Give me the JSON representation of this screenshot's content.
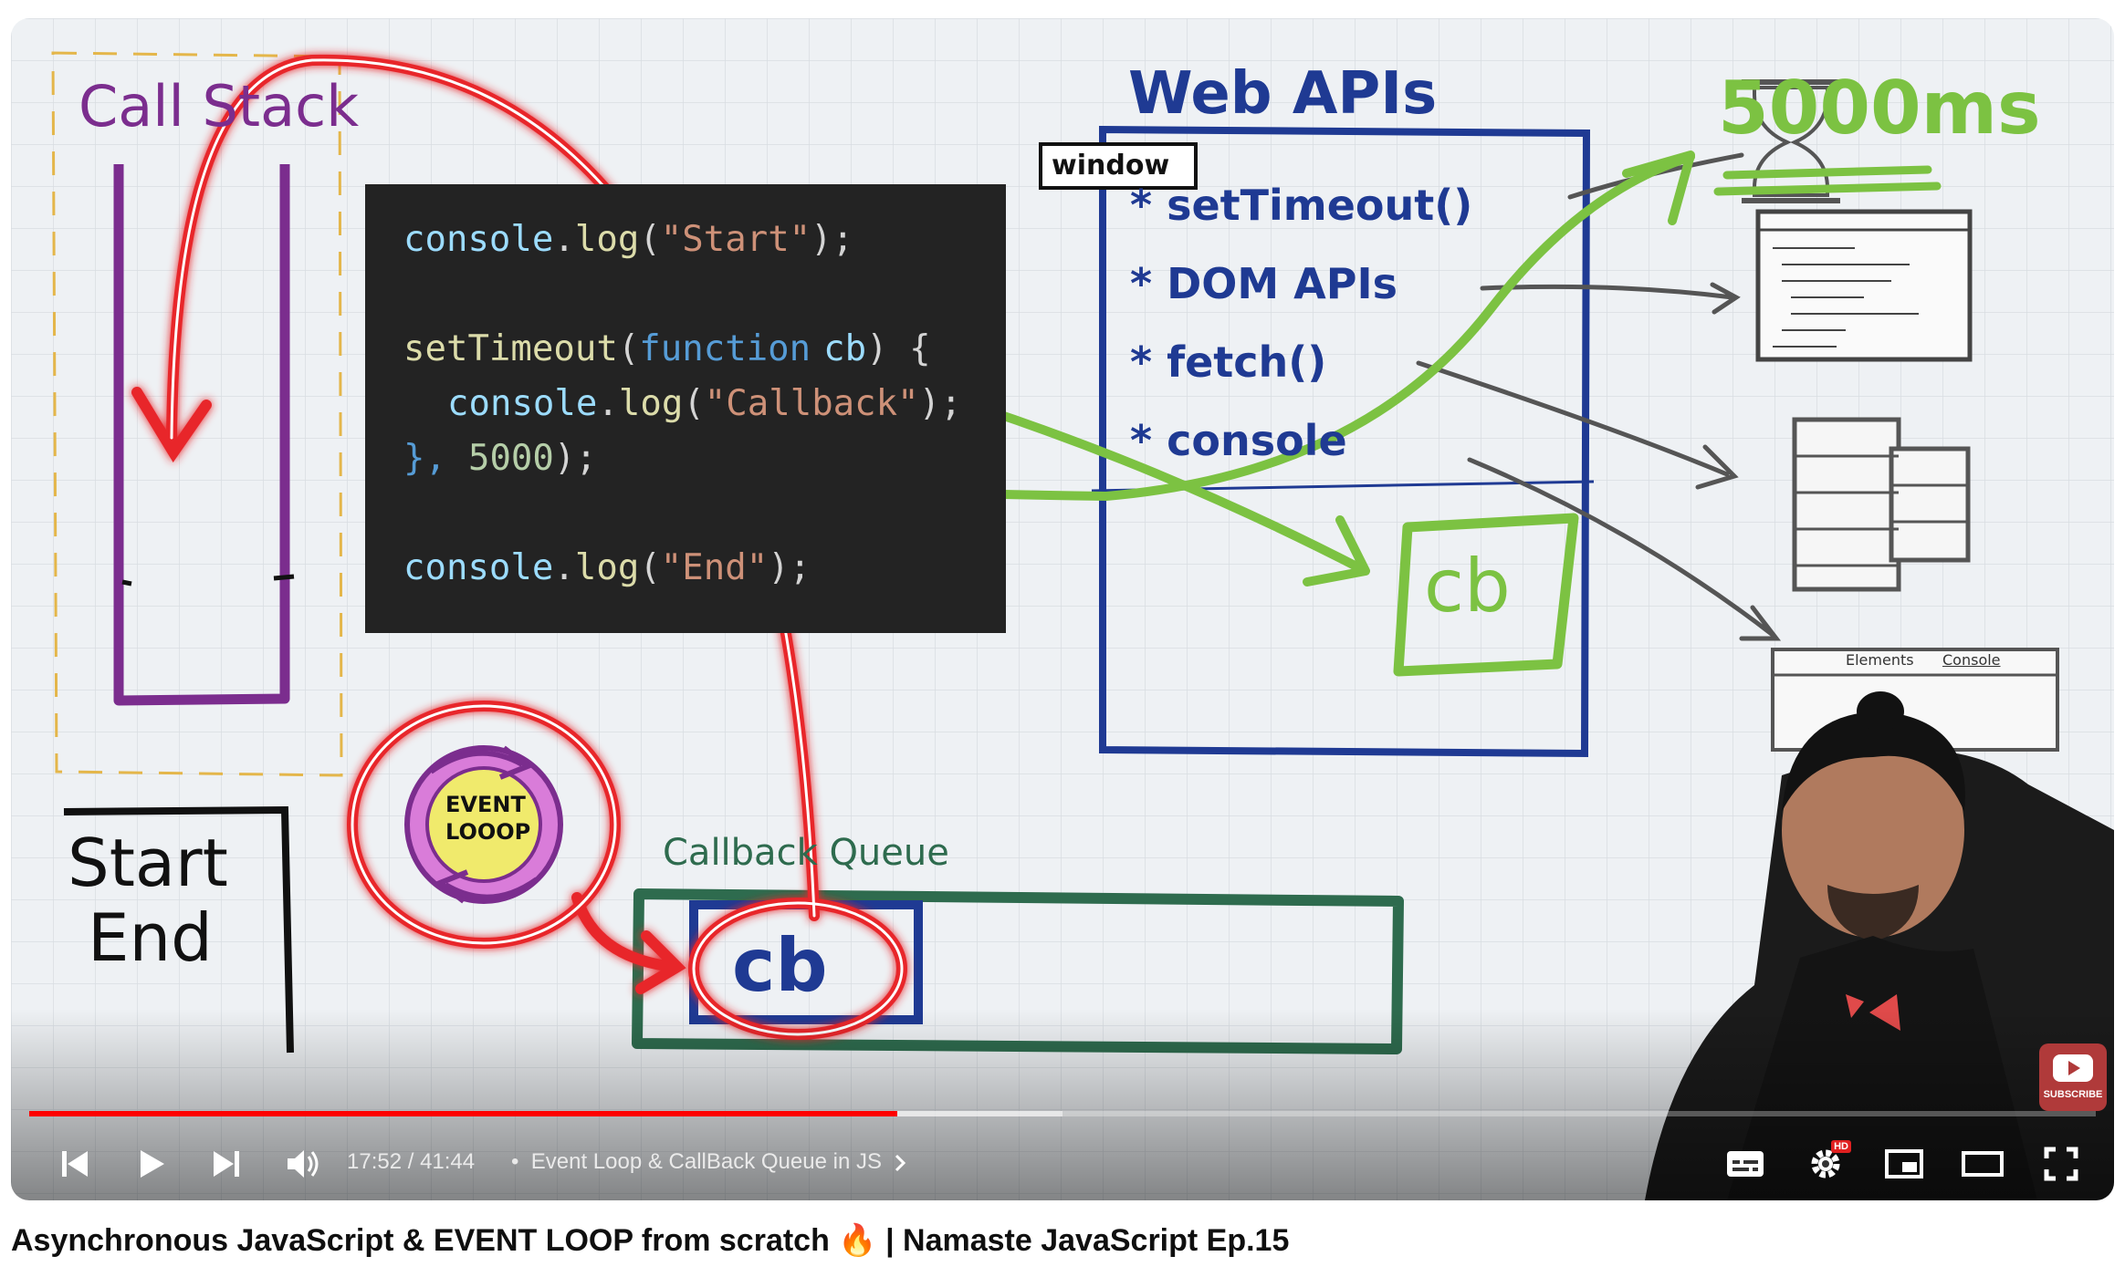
{
  "video": {
    "title": "Asynchronous JavaScript & EVENT LOOP from scratch 🔥 | Namaste JavaScript Ep.15",
    "time_display": "17:52 / 41:44",
    "chapter_separator": "•",
    "chapter": "Event Loop & CallBack Queue in JS",
    "progress_played": 0.42,
    "progress_buffered": 0.5,
    "hd_badge": "HD",
    "subscribe_label": "SUBSCRIBE"
  },
  "whiteboard": {
    "call_stack_label": "Call Stack",
    "web_apis_label": "Web APIs",
    "window_label": "window",
    "web_api_items": [
      "* setTimeout()",
      "* DOM APIs",
      "* fetch()",
      "* console"
    ],
    "timer_label": "5000ms",
    "callback_queue_label": "Callback Queue",
    "queue_item_label": "cb",
    "webapi_cb_label": "cb",
    "event_loop_label_1": "EVENT",
    "event_loop_label_2": "LOOOP",
    "console_output": [
      "Start",
      "End"
    ],
    "devtools_tabs": [
      "Elements",
      "Console"
    ]
  },
  "code": {
    "line1": {
      "obj": "console",
      "dot": ".",
      "fn": "log",
      "open": "(",
      "str": "\"Start\"",
      "close": ");"
    },
    "line2": {
      "fn": "setTimeout",
      "open": "(",
      "kw": "function",
      "arg": "cb",
      "rest": ") {"
    },
    "line3": {
      "obj": "console",
      "dot": ".",
      "fn": "log",
      "open": "(",
      "str": "\"Callback\"",
      "close": ");"
    },
    "line4": {
      "brace": "},",
      "num": "5000",
      "close": ");"
    },
    "line5": {
      "obj": "console",
      "dot": ".",
      "fn": "log",
      "open": "(",
      "str": "\"End\"",
      "close": ");"
    }
  },
  "icons": {
    "prev": "skip-previous-icon",
    "play": "play-icon",
    "next": "skip-next-icon",
    "volume": "volume-icon",
    "chevron": "chevron-right-icon",
    "subtitles": "subtitles-icon",
    "settings": "gear-icon",
    "miniplayer": "miniplayer-icon",
    "theater": "theater-mode-icon",
    "fullscreen": "fullscreen-icon"
  },
  "colors": {
    "call_stack": "#7b2d8e",
    "web_apis": "#1f3a93",
    "green": "#7cc242",
    "queue": "#2e6b4e",
    "red": "#e8262a",
    "progress": "#ff0000"
  }
}
